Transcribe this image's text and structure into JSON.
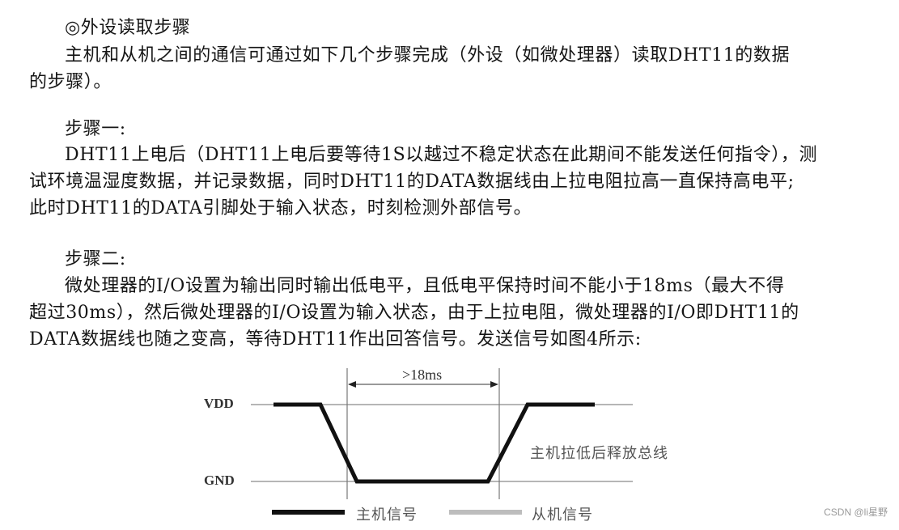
{
  "section": {
    "title": "◎外设读取步骤",
    "intro_line1": "主机和从机之间的通信可通过如下几个步骤完成（外设（如微处理器）读取DHT11的数据",
    "intro_line2": "的步骤）。"
  },
  "step1": {
    "heading": "步骤一:",
    "line1": "DHT11上电后（DHT11上电后要等待1S以越过不稳定状态在此期间不能发送任何指令），测",
    "line2": "试环境温湿度数据，并记录数据，同时DHT11的DATA数据线由上拉电阻拉高一直保持高电平;",
    "line3": "此时DHT11的DATA引脚处于输入状态，时刻检测外部信号。"
  },
  "step2": {
    "heading": "步骤二:",
    "line1": "微处理器的I/O设置为输出同时输出低电平，且低电平保持时间不能小于18ms（最大不得",
    "line2": "超过30ms），然后微处理器的I/O设置为输入状态，由于上拉电阻，微处理器的I/O即DHT11的",
    "line3": "DATA数据线也随之变高，等待DHT11作出回答信号。发送信号如图4所示:"
  },
  "diagram": {
    "vdd_label": "VDD",
    "gnd_label": "GND",
    "duration_label": ">18ms",
    "annotation": "主机拉低后释放总线",
    "legend": {
      "host_label": "主机信号",
      "host_color": "#111111",
      "slave_label": "从机信号",
      "slave_color": "#bdbdbd"
    }
  },
  "watermark": "CSDN @li星野"
}
